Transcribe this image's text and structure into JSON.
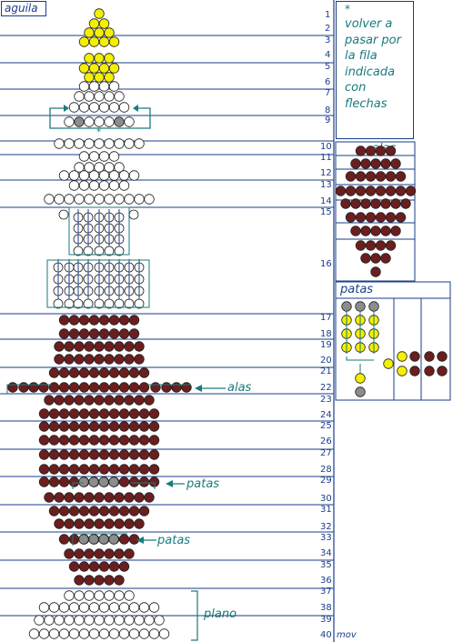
{
  "title": "aguila",
  "note": {
    "star": "*",
    "lines": [
      "volver a",
      "pasar por",
      "la fila",
      "indicada",
      "con",
      "flechas"
    ]
  },
  "alas_box_label": "alas",
  "patas_box_label": "patas",
  "arrow_labels": {
    "alas": "alas",
    "patas_1": "patas",
    "patas_2": "patas",
    "plano": "plano"
  },
  "star_marker": "*",
  "credit": "mov",
  "row_numbers": [
    "1",
    "2",
    "3",
    "4",
    "5",
    "6",
    "7",
    "8",
    "9",
    "10",
    "11",
    "12",
    "13",
    "14",
    "15",
    "16",
    "17",
    "18",
    "19",
    "20",
    "21",
    "22",
    "23",
    "24",
    "25",
    "26",
    "27",
    "28",
    "29",
    "30",
    "31",
    "32",
    "33",
    "34",
    "35",
    "36",
    "37",
    "38",
    "39",
    "40"
  ],
  "colors": {
    "yellow": "#f4f000",
    "brown": "#6b1e1e",
    "gray": "#8c8c8c",
    "white": "#ffffff",
    "line": "#1a3e8a",
    "teal": "#1a7a7e"
  }
}
